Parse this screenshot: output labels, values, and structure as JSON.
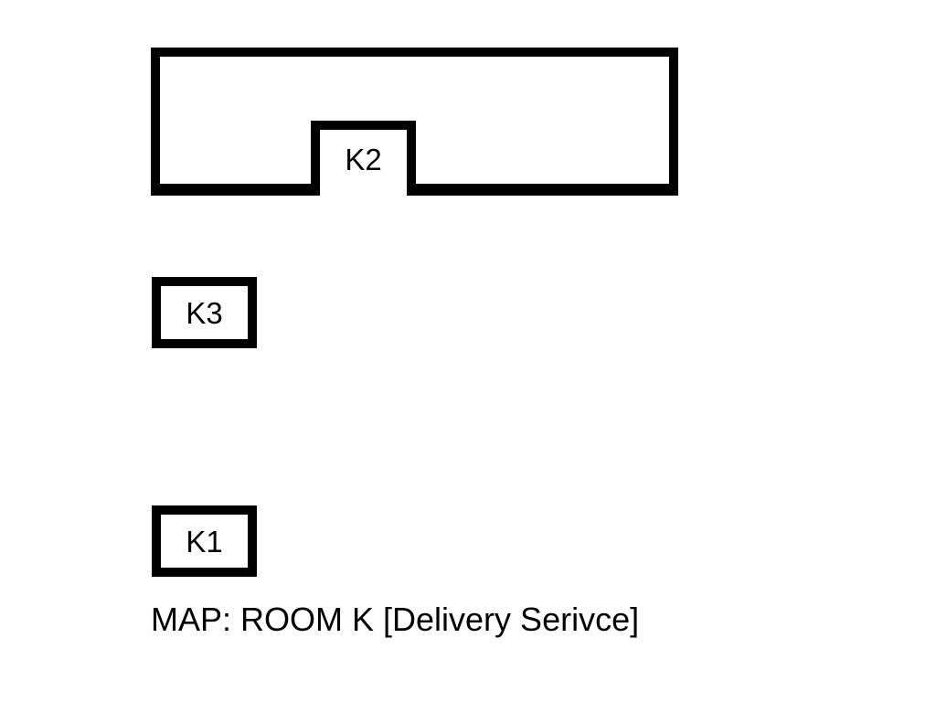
{
  "map": {
    "caption": "MAP: ROOM K [Delivery Serivce]",
    "stroke_color": "#000000",
    "background_color": "#ffffff",
    "corridor": {
      "name": "room-k-corridor",
      "label": ""
    },
    "rooms": [
      {
        "id": "K2",
        "label": "K2",
        "open_side": "bottom"
      },
      {
        "id": "K3",
        "label": "K3",
        "open_side": "none"
      },
      {
        "id": "K1",
        "label": "K1",
        "open_side": "none"
      }
    ]
  }
}
